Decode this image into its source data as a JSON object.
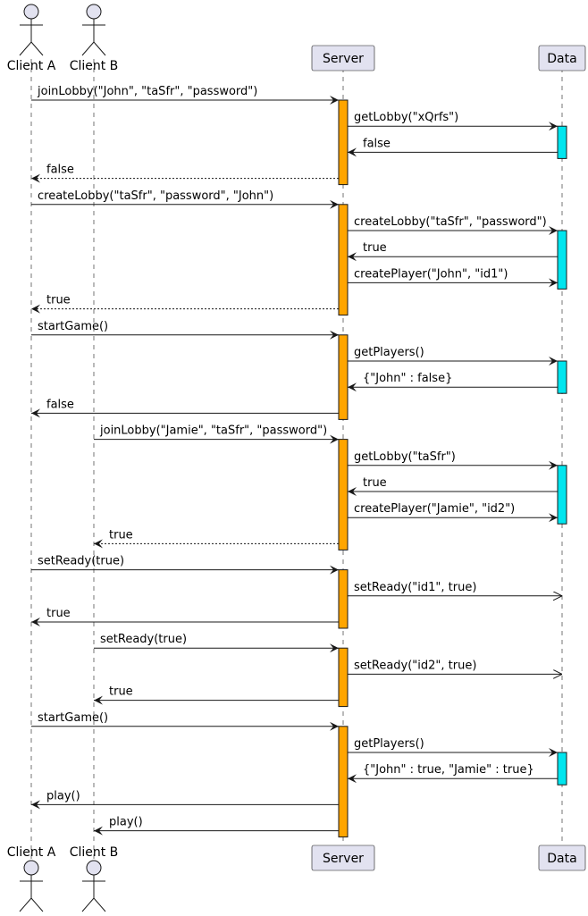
{
  "participants": [
    {
      "id": "A",
      "label": "Client A",
      "kind": "actor"
    },
    {
      "id": "B",
      "label": "Client B",
      "kind": "actor"
    },
    {
      "id": "S",
      "label": "Server",
      "kind": "participant"
    },
    {
      "id": "D",
      "label": "Data",
      "kind": "participant"
    }
  ],
  "colors": {
    "server_activation": "#FFA500",
    "data_activation": "#00E5EE"
  },
  "messages": [
    {
      "from": "A",
      "to": "S",
      "label": "joinLobby(\"John\", \"taSfr\", \"password\")",
      "style": "solid"
    },
    {
      "from": "S",
      "to": "D",
      "label": "getLobby(\"xQrfs\")",
      "style": "solid"
    },
    {
      "from": "D",
      "to": "S",
      "label": "false",
      "style": "solid"
    },
    {
      "from": "S",
      "to": "A",
      "label": "false",
      "style": "dashed"
    },
    {
      "from": "A",
      "to": "S",
      "label": "createLobby(\"taSfr\", \"password\", \"John\")",
      "style": "solid"
    },
    {
      "from": "S",
      "to": "D",
      "label": "createLobby(\"taSfr\", \"password\")",
      "style": "solid"
    },
    {
      "from": "D",
      "to": "S",
      "label": "true",
      "style": "solid"
    },
    {
      "from": "S",
      "to": "D",
      "label": "createPlayer(\"John\", \"id1\")",
      "style": "solid"
    },
    {
      "from": "S",
      "to": "A",
      "label": "true",
      "style": "dashed"
    },
    {
      "from": "A",
      "to": "S",
      "label": "startGame()",
      "style": "solid"
    },
    {
      "from": "S",
      "to": "D",
      "label": "getPlayers()",
      "style": "solid"
    },
    {
      "from": "D",
      "to": "S",
      "label": "{\"John\" : false}",
      "style": "solid"
    },
    {
      "from": "S",
      "to": "A",
      "label": "false",
      "style": "solid"
    },
    {
      "from": "B",
      "to": "S",
      "label": "joinLobby(\"Jamie\", \"taSfr\", \"password\")",
      "style": "solid"
    },
    {
      "from": "S",
      "to": "D",
      "label": "getLobby(\"taSfr\")",
      "style": "solid"
    },
    {
      "from": "D",
      "to": "S",
      "label": "true",
      "style": "solid"
    },
    {
      "from": "S",
      "to": "D",
      "label": "createPlayer(\"Jamie\", \"id2\")",
      "style": "solid"
    },
    {
      "from": "S",
      "to": "B",
      "label": "true",
      "style": "dashed"
    },
    {
      "from": "A",
      "to": "S",
      "label": "setReady(true)",
      "style": "solid"
    },
    {
      "from": "S",
      "to": "D",
      "label": "setReady(\"id1\", true)",
      "style": "open"
    },
    {
      "from": "S",
      "to": "A",
      "label": "true",
      "style": "solid"
    },
    {
      "from": "B",
      "to": "S",
      "label": "setReady(true)",
      "style": "solid"
    },
    {
      "from": "S",
      "to": "D",
      "label": "setReady(\"id2\", true)",
      "style": "open"
    },
    {
      "from": "S",
      "to": "B",
      "label": "true",
      "style": "solid"
    },
    {
      "from": "A",
      "to": "S",
      "label": "startGame()",
      "style": "solid"
    },
    {
      "from": "S",
      "to": "D",
      "label": "getPlayers()",
      "style": "solid"
    },
    {
      "from": "D",
      "to": "S",
      "label": "{\"John\" : true, \"Jamie\" : true}",
      "style": "solid"
    },
    {
      "from": "S",
      "to": "A",
      "label": "play()",
      "style": "solid"
    },
    {
      "from": "S",
      "to": "B",
      "label": "play()",
      "style": "solid"
    }
  ],
  "activations": [
    {
      "participant": "S",
      "from_message": 0,
      "to_message": 3
    },
    {
      "participant": "D",
      "from_message": 1,
      "to_message": 2
    },
    {
      "participant": "S",
      "from_message": 4,
      "to_message": 8
    },
    {
      "participant": "D",
      "from_message": 5,
      "to_message": 7
    },
    {
      "participant": "S",
      "from_message": 9,
      "to_message": 12
    },
    {
      "participant": "D",
      "from_message": 10,
      "to_message": 11
    },
    {
      "participant": "S",
      "from_message": 13,
      "to_message": 17
    },
    {
      "participant": "D",
      "from_message": 14,
      "to_message": 16
    },
    {
      "participant": "S",
      "from_message": 18,
      "to_message": 20
    },
    {
      "participant": "S",
      "from_message": 21,
      "to_message": 23
    },
    {
      "participant": "S",
      "from_message": 24,
      "to_message": 28
    },
    {
      "participant": "D",
      "from_message": 25,
      "to_message": 26
    }
  ]
}
